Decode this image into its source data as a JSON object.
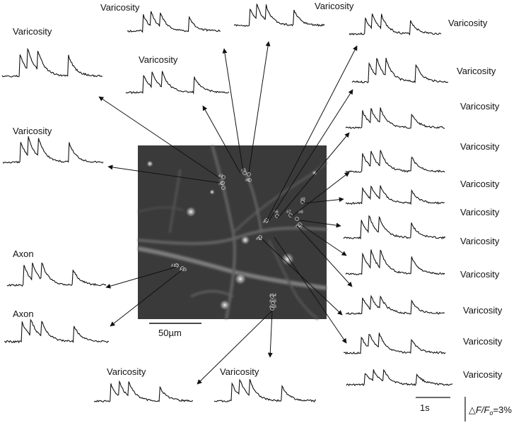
{
  "labels": {
    "varicosity": "Varicosity",
    "axon": "Axon"
  },
  "scale_bars": {
    "micrograph": "50µm",
    "time": "1s",
    "amplitude_delta": "△",
    "amplitude_main": "F/F",
    "amplitude_sub": "o",
    "amplitude_value": "=3%"
  },
  "roi_numbers": [
    "#1",
    "#2",
    "#3",
    "#4",
    "#5",
    "#6",
    "#7",
    "#8",
    "#9",
    "#10",
    "#11",
    "#12",
    "#13",
    "#14",
    "#15",
    "#16"
  ],
  "colors": {
    "ink": "#111111",
    "micrograph_bg": "#3a3a3a"
  }
}
